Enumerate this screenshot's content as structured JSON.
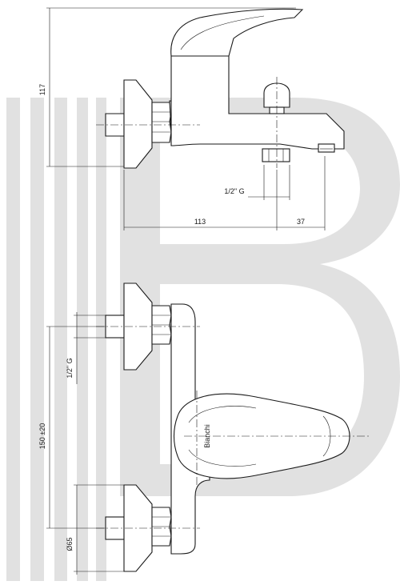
{
  "watermark": {
    "color": "#e1e1e1"
  },
  "line_color": "#1a1a1a",
  "dimensions": {
    "height": "117",
    "width_body": "113",
    "width_spout": "37",
    "thread_top": "1/2\" G",
    "thread_front": "1/2\" G",
    "center_distance": "150 ±20",
    "flange_diameter": "Ø65"
  },
  "brand": "Bianchi"
}
